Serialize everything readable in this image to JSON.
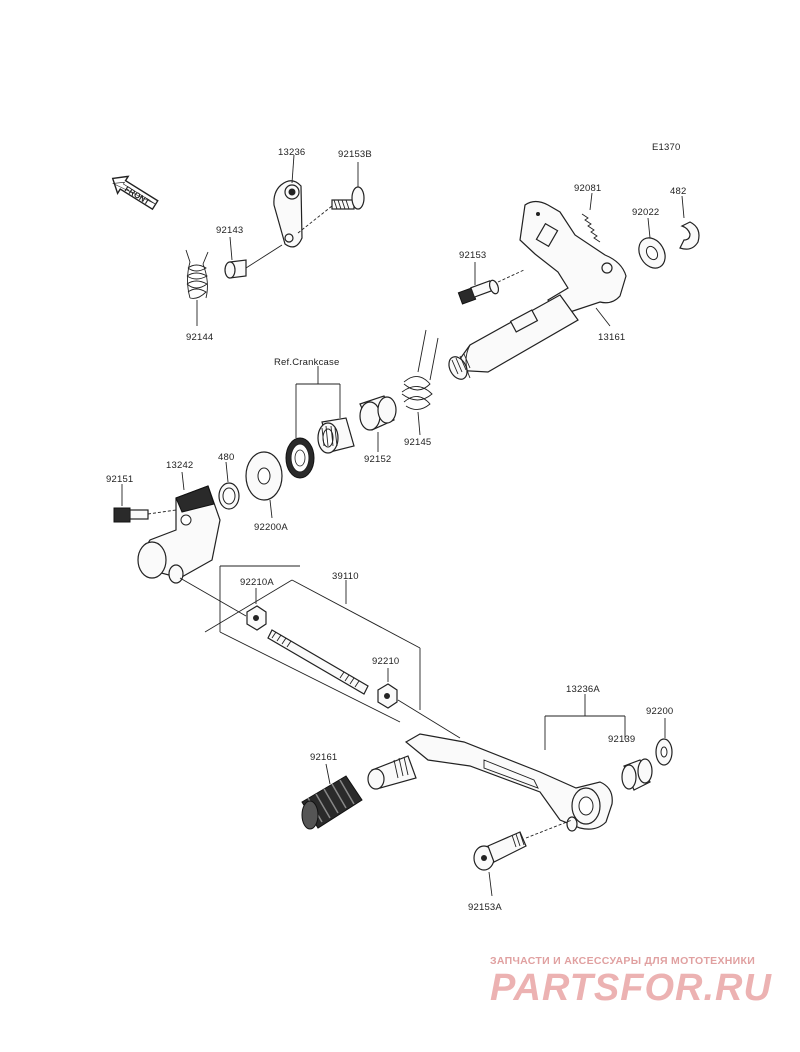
{
  "diagram_code": "E1370",
  "front_label": "FRONT",
  "ref_label": "Ref.Crankcase",
  "parts": {
    "p13236": "13236",
    "p92153b": "92153B",
    "p92143": "92143",
    "p92144": "92144",
    "p92081": "92081",
    "p482": "482",
    "p92022": "92022",
    "p92153": "92153",
    "p13161": "13161",
    "p92145": "92145",
    "p92152": "92152",
    "p92151": "92151",
    "p13242": "13242",
    "p480": "480",
    "p92200a": "92200A",
    "p92210a": "92210A",
    "p39110": "39110",
    "p92210": "92210",
    "p13236a": "13236A",
    "p92200": "92200",
    "p92139": "92139",
    "p92161": "92161",
    "p92153a": "92153A"
  },
  "watermark": {
    "tagline": "ЗАПЧАСТИ И АКСЕССУАРЫ ДЛЯ МОТОТЕХНИКИ",
    "brand": "PARTSFOR.RU"
  }
}
